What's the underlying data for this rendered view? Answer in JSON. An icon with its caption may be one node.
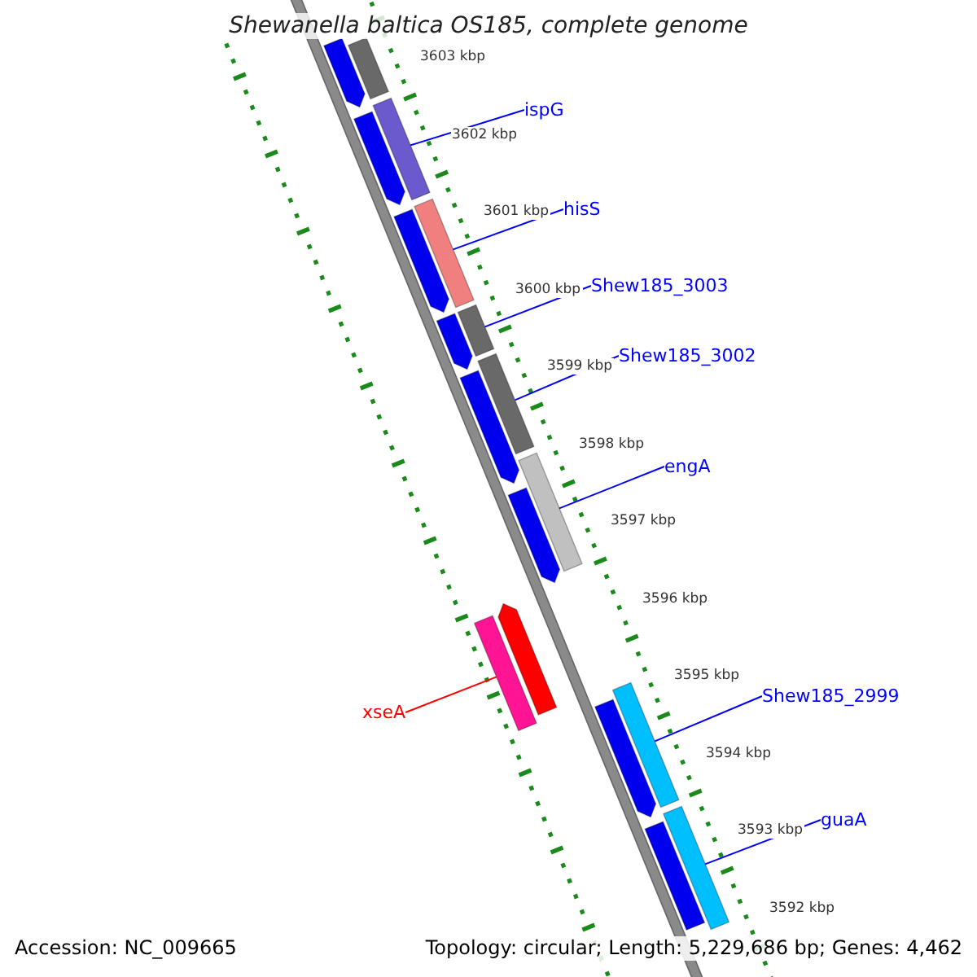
{
  "diagram": {
    "title": "Shewanella baltica OS185, complete genome",
    "nodes": [
      {
        "text": [
          "ispG"
        ]
      },
      {
        "text": [
          "hisS"
        ]
      },
      {
        "text": [
          "Shew185_3003"
        ]
      },
      {
        "text": [
          "Shew185_3002"
        ]
      },
      {
        "text": [
          "engA"
        ]
      },
      {
        "text": [
          "Shew185_2999"
        ]
      },
      {
        "text": [
          "xseA"
        ]
      },
      {
        "text": [
          "guaA"
        ]
      },
      {
        "text": [],
        "shape": "bar"
      },
      {
        "text": [],
        "shape": "bar"
      },
      {
        "text": [],
        "shape": "bar"
      },
      {
        "text": [],
        "shape": "bar"
      },
      {
        "text": [],
        "shape": "bar"
      },
      {
        "text": [],
        "shape": "bar"
      },
      {
        "text": [],
        "shape": "bar"
      },
      {
        "text": [],
        "shape": "bar"
      },
      {
        "text": [],
        "shape": "bar"
      },
      {
        "text": [],
        "shape": "bar"
      },
      {
        "text": [],
        "shape": "bar"
      },
      {
        "text": [],
        "shape": "bar"
      },
      {
        "text": [],
        "shape": "bar"
      },
      {
        "text": [],
        "shape": "bar"
      },
      {
        "text": [],
        "shape": "bar"
      },
      {
        "text": [],
        "shape": "bar"
      },
      {
        "text": [],
        "shape": "bar"
      },
      {
        "text": [],
        "shape": "bar"
      }
    ],
    "edges": [
      {
        "from": 0,
        "to": 10,
        "arrow": "none"
      },
      {
        "from": 1,
        "to": 12,
        "arrow": "none"
      },
      {
        "from": 2,
        "to": 14,
        "arrow": "none"
      },
      {
        "from": 3,
        "to": 16,
        "arrow": "none"
      },
      {
        "from": 4,
        "to": 18,
        "arrow": "none"
      },
      {
        "from": 5,
        "to": 22,
        "arrow": "none"
      },
      {
        "from": 6,
        "to": 21,
        "arrow": "none",
        "color": "#ff0000"
      },
      {
        "from": 7,
        "to": 24,
        "arrow": "none"
      }
    ],
    "labels": [
      "3603 kbp",
      "3602 kbp",
      "3601 kbp",
      "3600 kbp",
      "3599 kbp",
      "3598 kbp",
      "3597 kbp",
      "3596 kbp",
      "3595 kbp",
      "3594 kbp",
      "3593 kbp",
      "3592 kbp",
      "Accession: NC_009665",
      "Topology: circular; Length: 5,229,686 bp; Genes: 4,462"
    ]
  }
}
